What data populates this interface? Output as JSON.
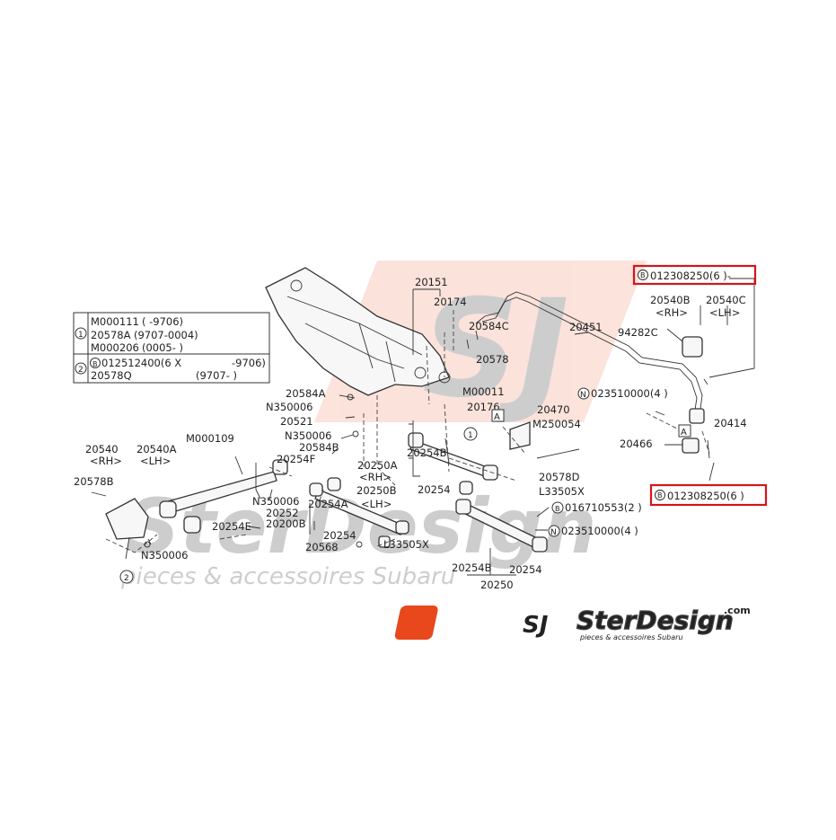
{
  "watermark": {
    "logo_text": "SJ",
    "brand": "SterDesign",
    "tagline": "pieces & accessoires Subaru"
  },
  "brand_logo": {
    "mark": "SJ",
    "name": "SterDesign",
    "domain": ".com",
    "tagline": "pieces & accessoires Subaru",
    "accent_color": "#e8481c"
  },
  "legend": {
    "row1": {
      "marker": "1",
      "lines": [
        {
          "part": "M000111",
          "note": "(      -9706)"
        },
        {
          "part": "20578A",
          "note": "(9707-0004)"
        },
        {
          "part": "M000206",
          "note": "(0005-      )"
        }
      ]
    },
    "row2": {
      "marker": "2",
      "bolt_marker": "B",
      "lines": [
        {
          "part": "012512400(6  X",
          "note": "-9706)"
        },
        {
          "part": "20578Q",
          "note": "(9707-    )"
        }
      ]
    }
  },
  "highlighted_parts": [
    {
      "marker": "B",
      "code": "012308250(6  )-"
    },
    {
      "marker": "B",
      "code": "012308250(6  )"
    }
  ],
  "callouts": {
    "p20151": "20151",
    "p20174": "20174",
    "p20584C": "20584C",
    "p20578": "20578",
    "pM000011": "M00011",
    "p20176": "20176",
    "p20451": "20451",
    "p20540B": "20540B",
    "p20540C": "20540C",
    "rh": "<RH>",
    "lh": "<LH>",
    "p94282C": "94282C",
    "pN0235a": "023510000(4  )",
    "p20414": "20414",
    "p20466": "20466",
    "boxA": "A",
    "p20470": "20470",
    "pM250054": "M250054",
    "p20584A": "20584A",
    "pN350006": "N350006",
    "p20521": "20521",
    "p20584B": "20584B",
    "p20254F": "20254F",
    "p20250A": "20250A",
    "p20254B": "20254B",
    "p20250B": "20250B",
    "p20254": "20254",
    "p20254A": "20254A",
    "p20578D": "20578D",
    "pL33505X": "L33505X",
    "p0167": "016710553(2  )",
    "p20252": "20252",
    "p20200B": "20200B",
    "p20568": "20568",
    "p20540": "20540",
    "p20540A": "20540A",
    "pM000109": "M000109",
    "p20578B": "20578B",
    "p20254E": "20254E",
    "p20250": "20250",
    "marker_N": "N",
    "marker_B": "B",
    "marker_1": "1",
    "marker_2": "2"
  }
}
